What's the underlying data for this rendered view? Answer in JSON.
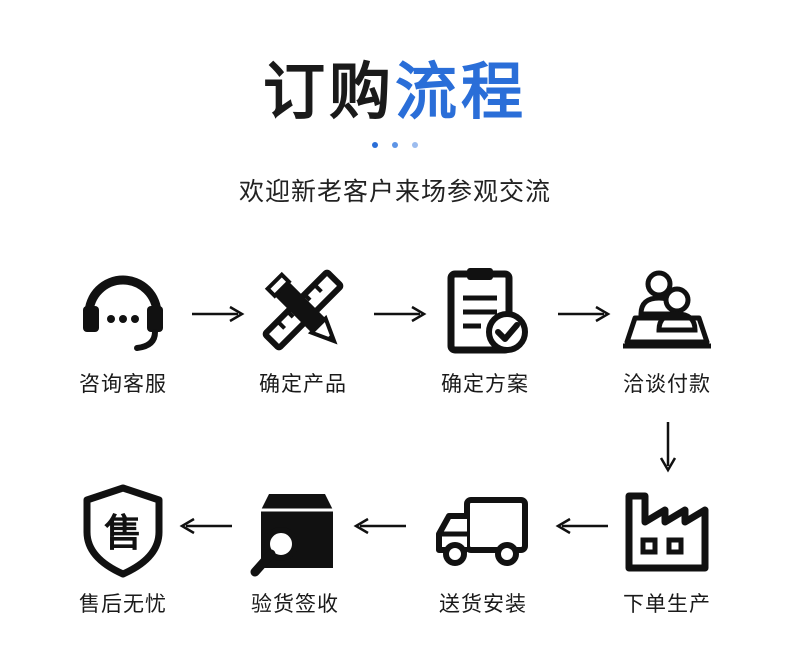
{
  "header": {
    "title_part1": "订购",
    "title_part2": "流程",
    "title_accent_color": "#2a6ed8",
    "dots_colors": [
      "#2a6ed8",
      "#5d94e6",
      "#9cbcef"
    ],
    "subtitle": "欢迎新老客户来场参观交流"
  },
  "steps": [
    {
      "label": "咨询客服",
      "icon": "headset-icon"
    },
    {
      "label": "确定产品",
      "icon": "pencil-ruler-icon"
    },
    {
      "label": "确定方案",
      "icon": "clipboard-check-icon"
    },
    {
      "label": "洽谈付款",
      "icon": "meeting-people-icon"
    },
    {
      "label": "下单生产",
      "icon": "factory-icon"
    },
    {
      "label": "送货安装",
      "icon": "delivery-truck-icon"
    },
    {
      "label": "验货签收",
      "icon": "box-magnifier-icon"
    },
    {
      "label": "售后无忧",
      "icon": "shield-shou-icon"
    }
  ],
  "icon_glyph_shou": "售"
}
